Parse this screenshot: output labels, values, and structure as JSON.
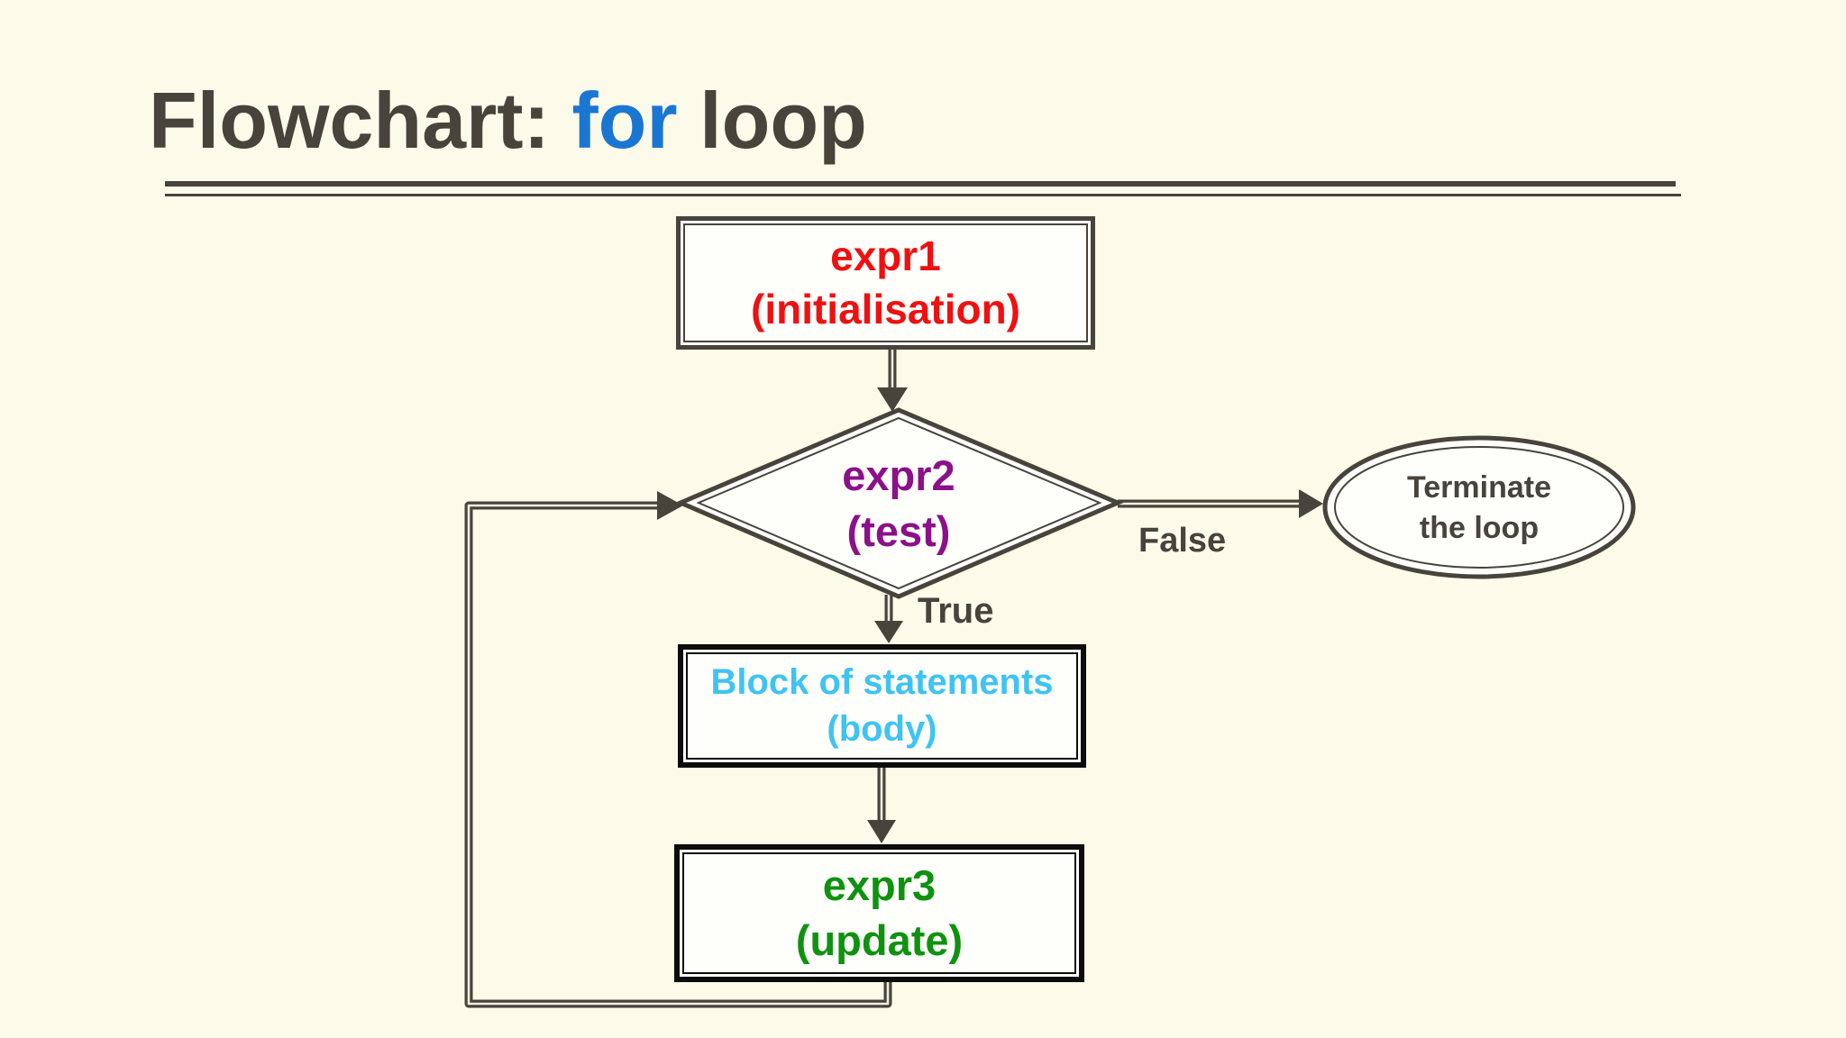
{
  "slide": {
    "title": {
      "part1": "Flowchart: ",
      "part2": "for",
      "part3": " loop"
    }
  },
  "nodes": {
    "init": {
      "line1": "expr1",
      "line2": "(initialisation)",
      "color": "#EE1111",
      "shape": "rectangle"
    },
    "test": {
      "line1": "expr2",
      "line2": "(test)",
      "color": "#8B1189",
      "shape": "diamond"
    },
    "body": {
      "line1": "Block of statements",
      "line2": "(body)",
      "color": "#3FC3F2",
      "shape": "rectangle"
    },
    "update": {
      "line1": "expr3",
      "line2": "(update)",
      "color": "#0F9210",
      "shape": "rectangle"
    },
    "terminate": {
      "line1": "Terminate",
      "line2": "the loop",
      "color": "#48433B",
      "shape": "ellipse"
    }
  },
  "edges": {
    "true_label": "True",
    "false_label": "False"
  },
  "colors": {
    "background": "#FCFBE9",
    "title_text": "#48433B",
    "title_keyword": "#1B76D2",
    "line_stroke": "#48433B",
    "line_core": "#EFEDE0",
    "box_border_gray": "#48433B",
    "box_border_black": "#0D0D0D",
    "shape_fill": "#FEFEFB"
  }
}
